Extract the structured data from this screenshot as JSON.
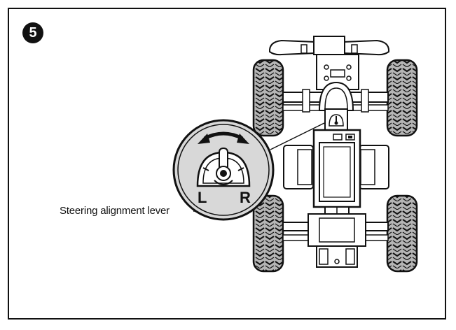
{
  "step": {
    "number": "5"
  },
  "callout": {
    "label": "Steering alignment lever"
  },
  "dial": {
    "left_label": "L",
    "right_label": "R"
  },
  "colors": {
    "ink": "#111111",
    "tire": "#b5b5b5",
    "dial_fill": "#d8d8d8",
    "panel": "#ffffff"
  }
}
